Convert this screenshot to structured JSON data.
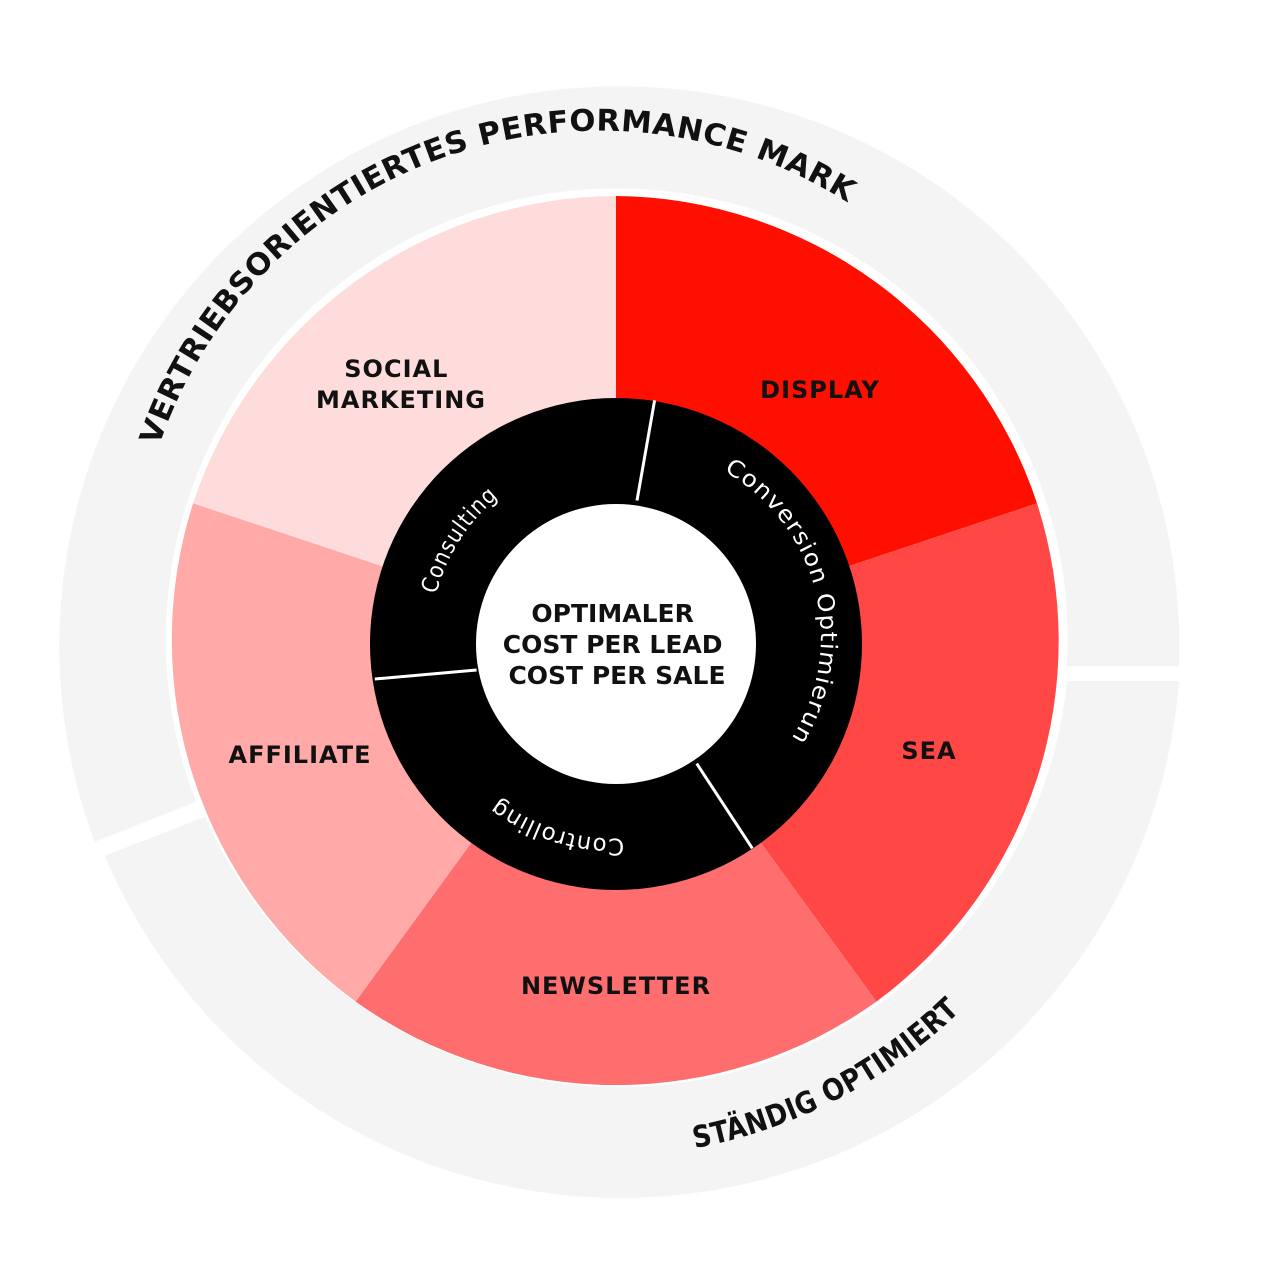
{
  "outer_ring": {
    "top_text": "VERTRIEBSORIENTIERTES PERFORMANCE MARKETING",
    "bottom_text": "STÄNDIG OPTIMIERT",
    "color": "#f4f4f4"
  },
  "segments": [
    {
      "id": "display",
      "label_lines": [
        "DISPLAY"
      ],
      "color": "#ff0f00"
    },
    {
      "id": "sea",
      "label_lines": [
        "SEA"
      ],
      "color": "#ff4845"
    },
    {
      "id": "newsletter",
      "label_lines": [
        "NEWSLETTER"
      ],
      "color": "#ff6e6e"
    },
    {
      "id": "affiliate",
      "label_lines": [
        "AFFILIATE"
      ],
      "color": "#ffa9a9"
    },
    {
      "id": "social-marketing",
      "label_lines": [
        "SOCIAL",
        "MARKETING"
      ],
      "color": "#ffdcdc"
    }
  ],
  "inner_ring": {
    "color": "#000000",
    "items": [
      {
        "id": "conversion-optimierung",
        "label": "Conversion Optimierung"
      },
      {
        "id": "controlling",
        "label": "Controlling"
      },
      {
        "id": "consulting",
        "label": "Consulting"
      }
    ]
  },
  "center": {
    "lines": [
      "OPTIMALER",
      "COST PER LEAD",
      "COST PER SALE"
    ]
  }
}
